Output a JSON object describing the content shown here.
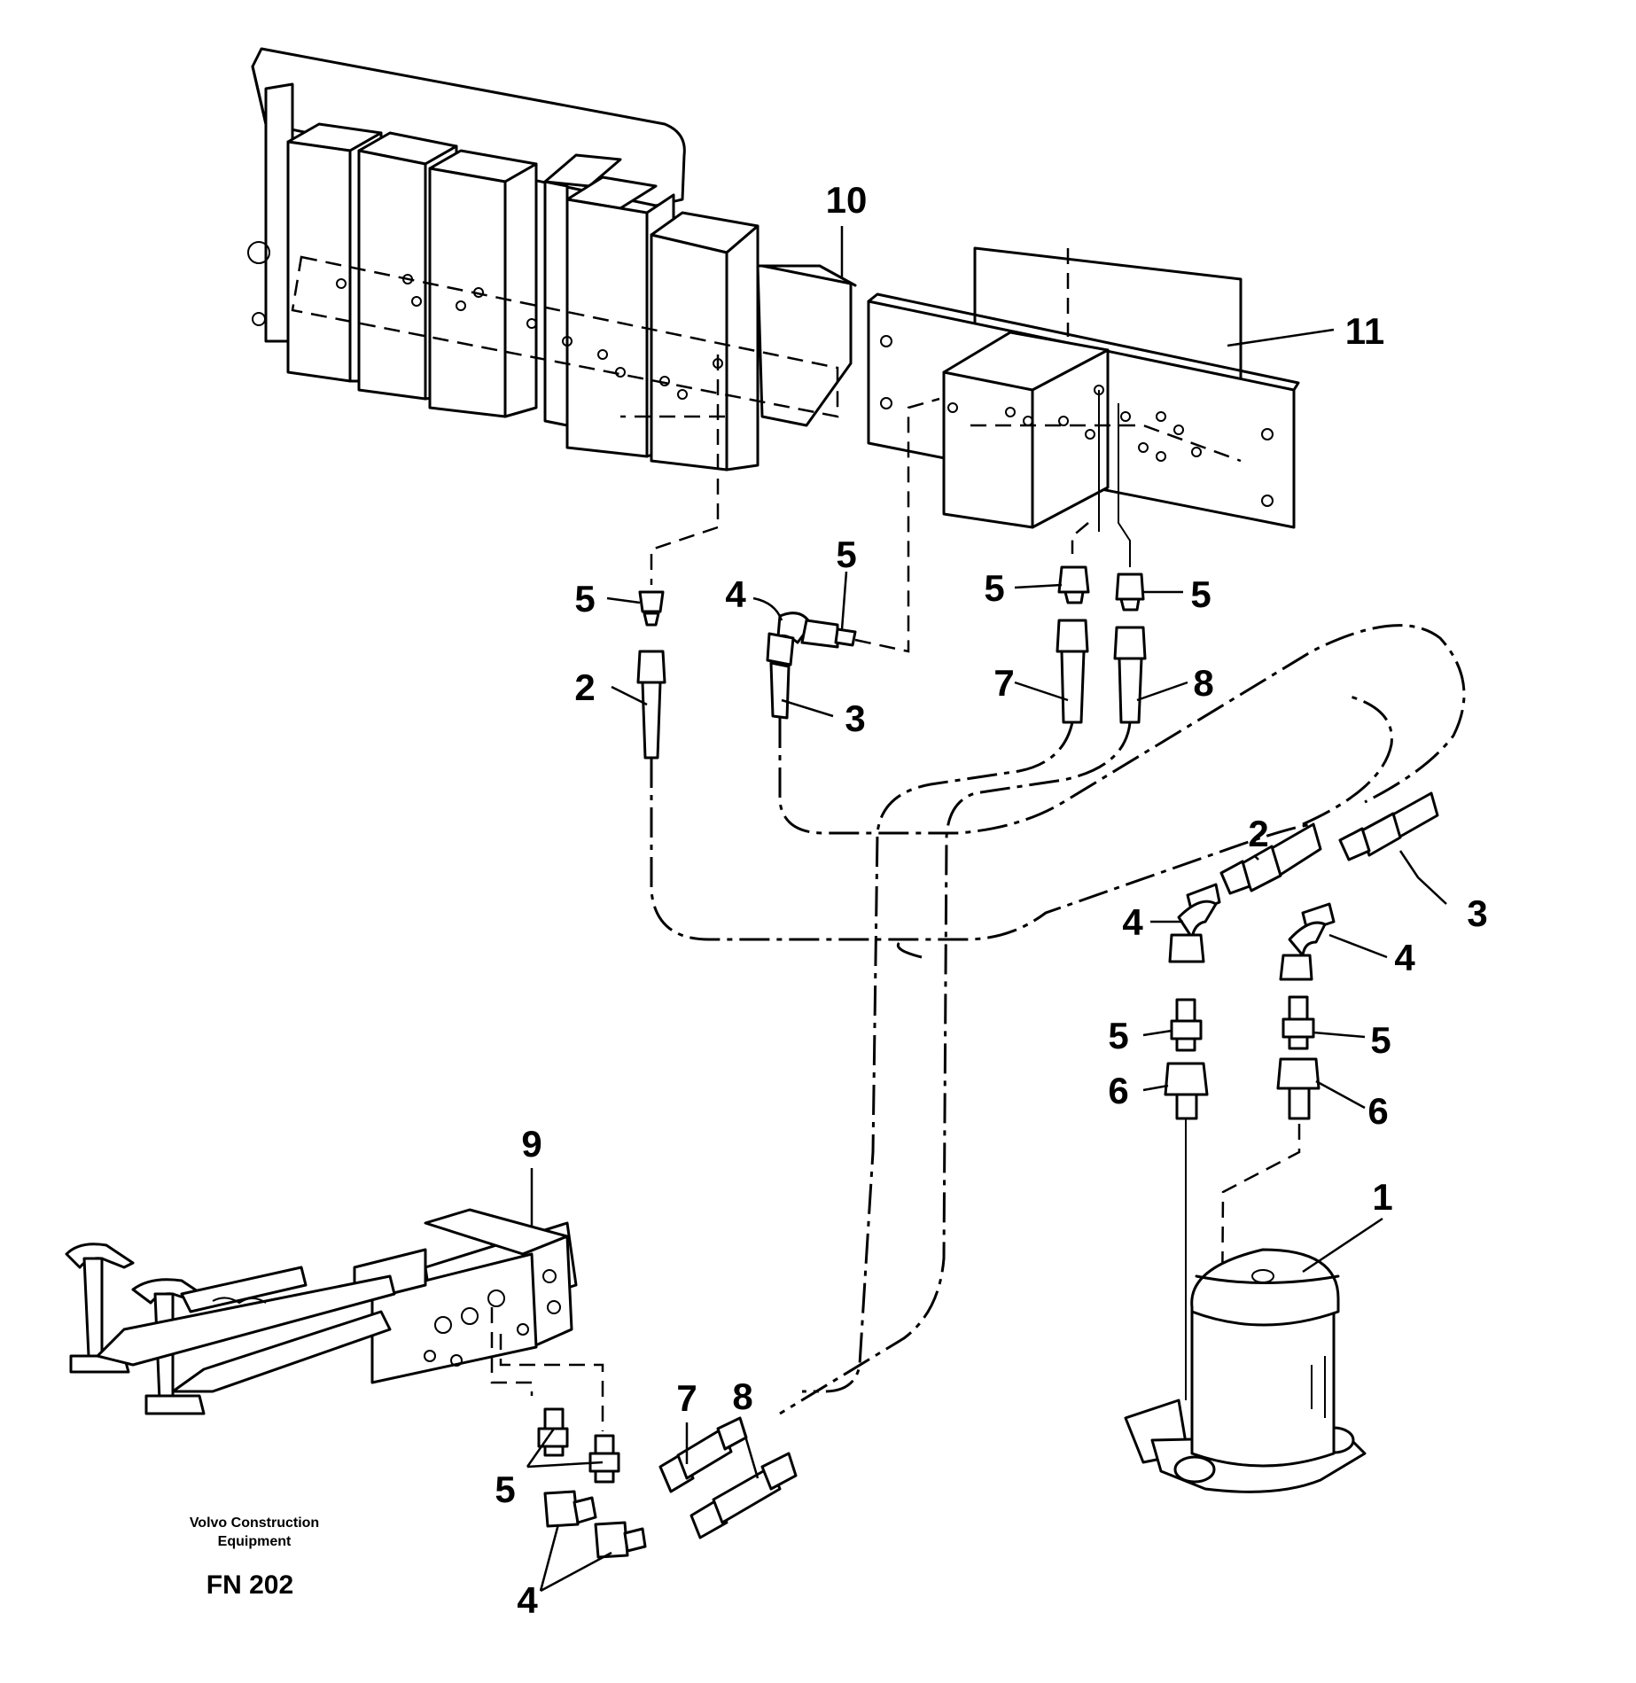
{
  "company_line1": "Volvo Construction",
  "company_line2": "Equipment",
  "figure_number": "FN 202",
  "callouts": {
    "c10": "10",
    "c11": "11",
    "c5a": "5",
    "c4a": "4",
    "c5b": "5",
    "c5c": "5",
    "c5d": "5",
    "c2a": "2",
    "c3a": "3",
    "c7a": "7",
    "c8a": "8",
    "c2b": "2",
    "c3b": "3",
    "c4b": "4",
    "c4c": "4",
    "c5e": "5",
    "c5f": "5",
    "c6a": "6",
    "c6b": "6",
    "c1": "1",
    "c9": "9",
    "c7b": "7",
    "c8b": "8",
    "c5g": "5",
    "c4d": "4"
  }
}
